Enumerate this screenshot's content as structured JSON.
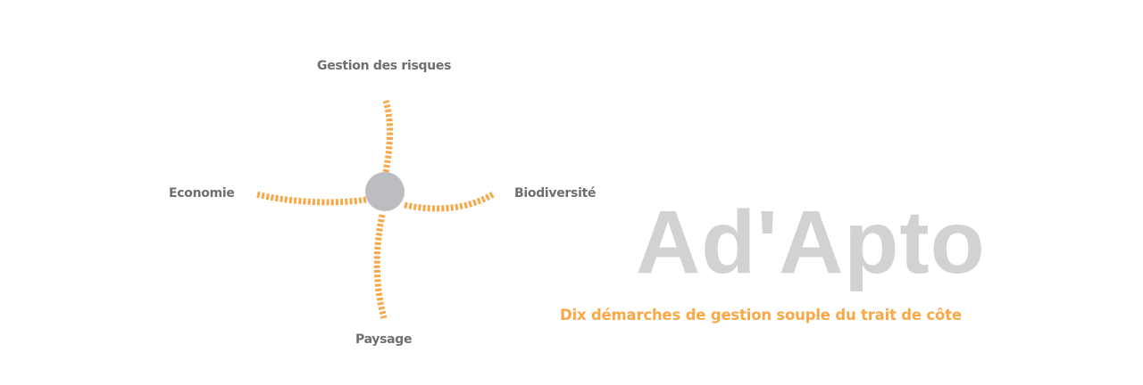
{
  "diagram": {
    "labels": {
      "top": "Gestion des risques",
      "left": "Economie",
      "right": "Biodiversité",
      "bottom": "Paysage"
    },
    "colors": {
      "arm": "#f8a847",
      "hub": "#bcbdc0"
    }
  },
  "brand": {
    "logo": "Ad'Apto",
    "tagline": "Dix démarches de gestion souple du trait de côte"
  }
}
